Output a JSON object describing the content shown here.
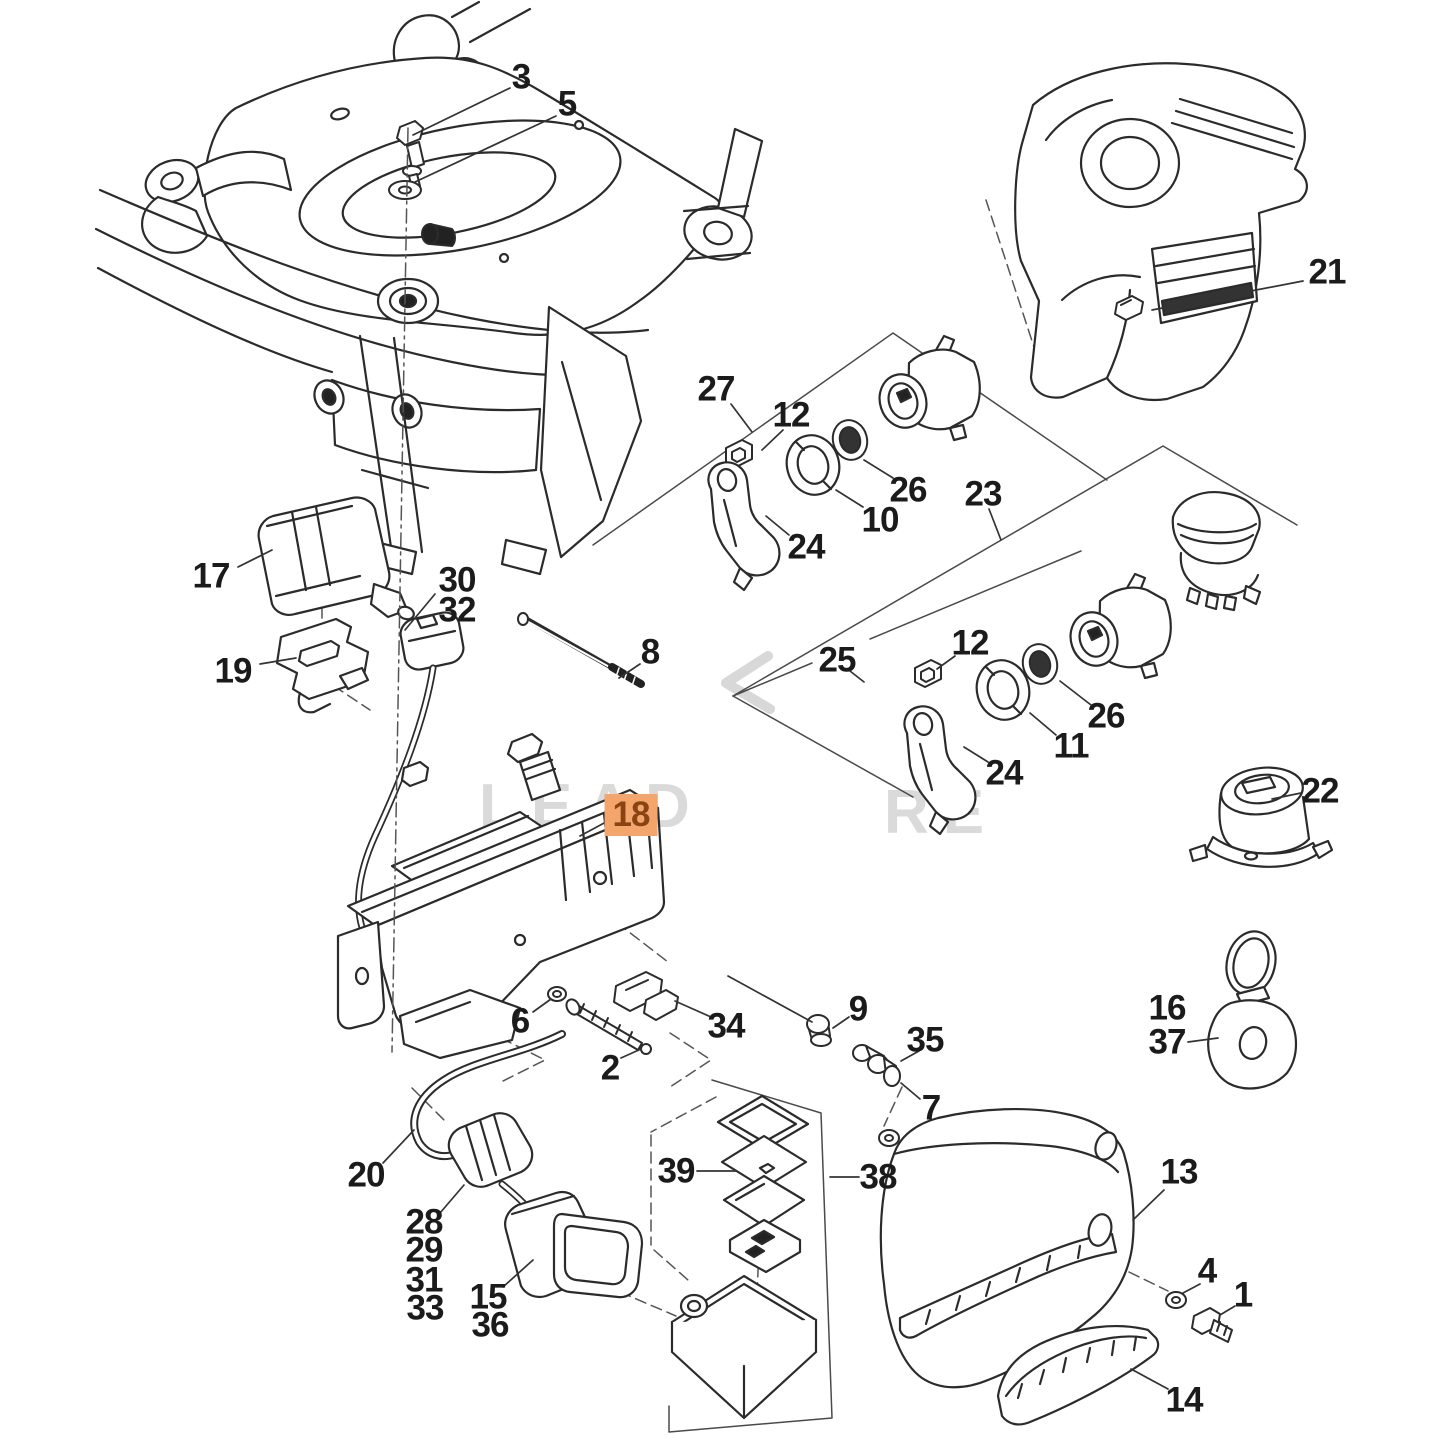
{
  "diagram": {
    "type": "exploded-parts-diagram",
    "highlighted_part": "18",
    "colors": {
      "background": "#ffffff",
      "line": "#2b2b2b",
      "label_text": "#1b1b1b",
      "highlight_bg": "#F3A56C",
      "highlight_fg": "#8A4312",
      "watermark": "#DADADA"
    },
    "watermark": {
      "left_text": "LEAD",
      "right_text": "RE"
    },
    "labels": [
      {
        "id": "p3",
        "text": "3"
      },
      {
        "id": "p5",
        "text": "5"
      },
      {
        "id": "p21",
        "text": "21"
      },
      {
        "id": "p27",
        "text": "27"
      },
      {
        "id": "p12a",
        "text": "12"
      },
      {
        "id": "p26a",
        "text": "26"
      },
      {
        "id": "p10",
        "text": "10"
      },
      {
        "id": "p23",
        "text": "23"
      },
      {
        "id": "p24a",
        "text": "24"
      },
      {
        "id": "p17",
        "text": "17"
      },
      {
        "id": "p30",
        "text": "30"
      },
      {
        "id": "p32",
        "text": "32"
      },
      {
        "id": "p19",
        "text": "19"
      },
      {
        "id": "p8",
        "text": "8"
      },
      {
        "id": "p25",
        "text": "25"
      },
      {
        "id": "p12b",
        "text": "12"
      },
      {
        "id": "p26b",
        "text": "26"
      },
      {
        "id": "p11",
        "text": "11"
      },
      {
        "id": "p24b",
        "text": "24"
      },
      {
        "id": "p22",
        "text": "22"
      },
      {
        "id": "p18",
        "text": "18",
        "highlighted": true
      },
      {
        "id": "p16",
        "text": "16"
      },
      {
        "id": "p37",
        "text": "37"
      },
      {
        "id": "p9",
        "text": "9"
      },
      {
        "id": "p34",
        "text": "34"
      },
      {
        "id": "p6",
        "text": "6"
      },
      {
        "id": "p35",
        "text": "35"
      },
      {
        "id": "p2",
        "text": "2"
      },
      {
        "id": "p7",
        "text": "7"
      },
      {
        "id": "p13",
        "text": "13"
      },
      {
        "id": "p39",
        "text": "39"
      },
      {
        "id": "p38",
        "text": "38"
      },
      {
        "id": "p20",
        "text": "20"
      },
      {
        "id": "p28",
        "text": "28"
      },
      {
        "id": "p29",
        "text": "29"
      },
      {
        "id": "p31",
        "text": "31"
      },
      {
        "id": "p33",
        "text": "33"
      },
      {
        "id": "p15",
        "text": "15"
      },
      {
        "id": "p36",
        "text": "36"
      },
      {
        "id": "p4",
        "text": "4"
      },
      {
        "id": "p1",
        "text": "1"
      },
      {
        "id": "p14",
        "text": "14"
      }
    ]
  }
}
